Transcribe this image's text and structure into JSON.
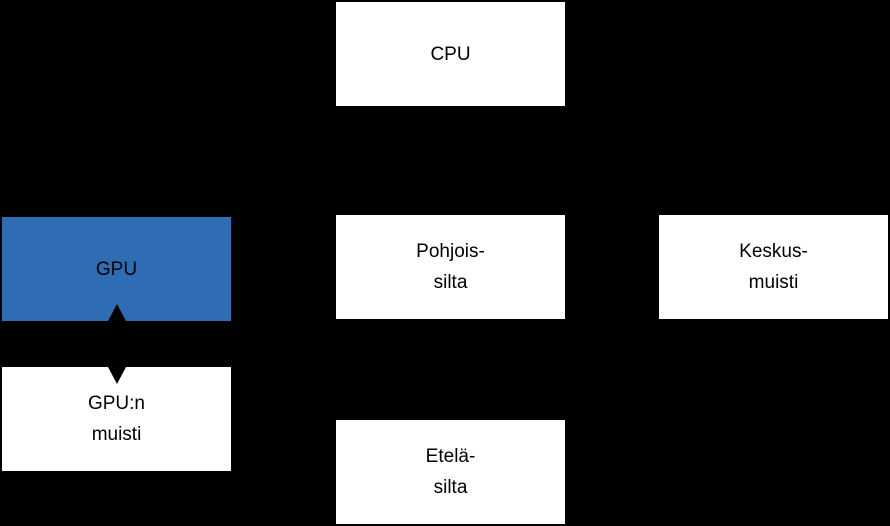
{
  "colors": {
    "background": "#000000",
    "box_fill": "#ffffff",
    "gpu_fill": "#2e6db4",
    "text": "#000000",
    "arrow": "#000000"
  },
  "nodes": {
    "cpu": {
      "label": "CPU"
    },
    "northbridge": {
      "label": "Pohjois-\nsilta"
    },
    "main_memory": {
      "label": "Keskus-\nmuisti"
    },
    "gpu": {
      "label": "GPU"
    },
    "gpu_memory": {
      "label": "GPU:n\nmuisti"
    },
    "southbridge": {
      "label": "Etelä-\nsilta"
    }
  },
  "edges": [
    {
      "from": "gpu",
      "to": "gpu_memory",
      "type": "bidirectional"
    }
  ]
}
